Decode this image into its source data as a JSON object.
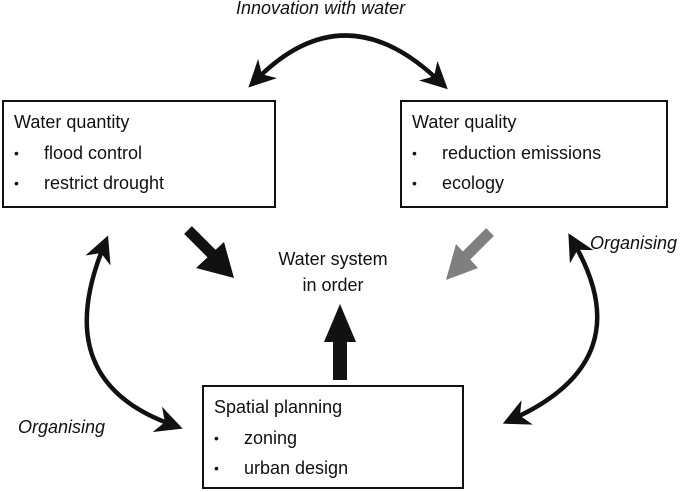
{
  "top_label": "Innovation with water",
  "center_label": {
    "line1": "Water system",
    "line2": "in order"
  },
  "organising_right": "Organising",
  "organising_left": "Organising",
  "boxes": {
    "quantity": {
      "title": "Water quantity",
      "items": [
        "flood control",
        "restrict drought"
      ]
    },
    "quality": {
      "title": "Water quality",
      "items": [
        "reduction emissions",
        "ecology"
      ]
    },
    "spatial": {
      "title": "Spatial planning",
      "items": [
        "zoning",
        "urban design"
      ]
    }
  },
  "bullet_glyph": "•",
  "colors": {
    "ink": "#111111",
    "gray_arrow": "#7f7f7f"
  }
}
